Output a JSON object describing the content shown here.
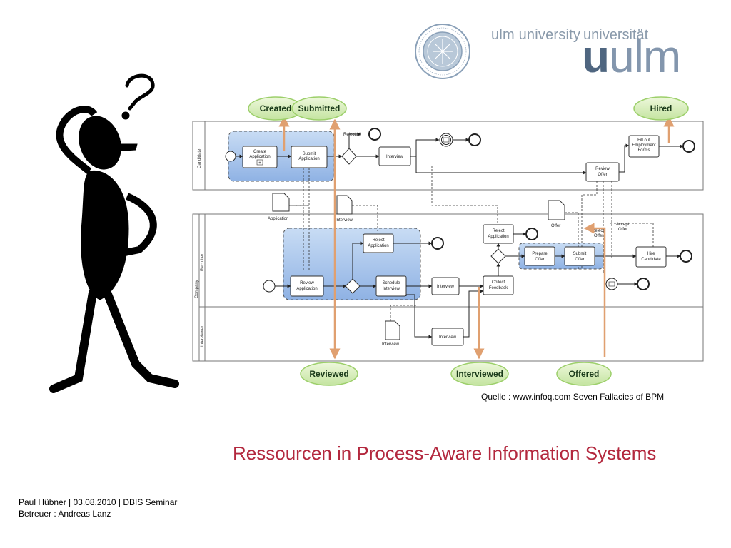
{
  "logo": {
    "name_en": "ulm university",
    "name_de": "universität",
    "word_bold": "u",
    "word_rest": "ulm"
  },
  "diagram": {
    "states": {
      "created": "Created",
      "submitted": "Submitted",
      "hired": "Hired",
      "reviewed": "Reviewed",
      "interviewed": "Interviewed",
      "offered": "Offered"
    },
    "pools": {
      "candidate": "Candidate",
      "company": "Company"
    },
    "lanes": {
      "recruiter": "Recruiter",
      "interviewer": "Interviewer"
    },
    "tasks": {
      "create_application_1": "Create",
      "create_application_2": "Application",
      "submit_application_1": "Submit",
      "submit_application_2": "Application",
      "interview_candidate": "Interview",
      "review_offer_1": "Review",
      "review_offer_2": "Offer",
      "fill_forms_1": "Fill out",
      "fill_forms_2": "Employment",
      "fill_forms_3": "Forms",
      "reject_application_1": "Reject",
      "reject_application_2": "Application",
      "schedule_interview_1": "Schedule",
      "schedule_interview_2": "Interview",
      "review_application_1": "Review",
      "review_application_2": "Application",
      "interview_recruiter": "Interview",
      "collect_feedback_1": "Collect",
      "collect_feedback_2": "Feedback",
      "reject_application_b_1": "Reject",
      "reject_application_b_2": "Application",
      "prepare_offer_1": "Prepare",
      "prepare_offer_2": "Offer",
      "submit_offer_1": "Submit",
      "submit_offer_2": "Offer",
      "hire_candidate_1": "Hire",
      "hire_candidate_2": "Candidate",
      "interview_interviewer": "Interview"
    },
    "labels": {
      "rejected": "Rejected",
      "application_doc": "Application",
      "interview_doc": "Interview",
      "interview_doc_2": "Interview",
      "offer_doc": "Offer",
      "accept_offer_1": "Accept",
      "accept_offer_2": "Offer",
      "reject_offer_1": "Reject",
      "reject_offer_2": "Offer"
    }
  },
  "source": "Quelle : www.infoq.com Seven Fallacies of BPM",
  "title": "Ressourcen in Process-Aware Information Systems",
  "footer": {
    "line1": "Paul Hübner | 03.08.2010 |  DBIS Seminar",
    "line2": "Betreuer : Andreas Lanz"
  }
}
